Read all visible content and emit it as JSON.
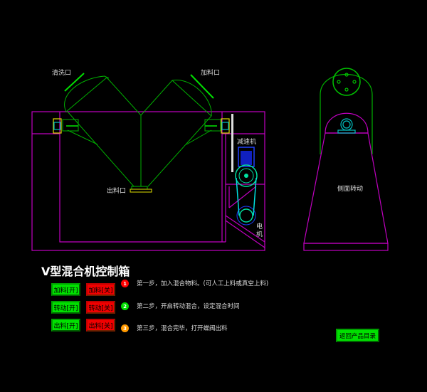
{
  "colors": {
    "frame": "#c000c0",
    "vessel": "#00c000",
    "on": "#00e000",
    "off": "#f00000"
  },
  "diagram": {
    "clean_port": "清洗口",
    "feed_port": "加料口",
    "discharge_port": "出料口",
    "reducer": "减速机",
    "motor_1": "电",
    "motor_2": "机",
    "side_rotation": "侧面转动"
  },
  "panel": {
    "title": "V型混合机控制箱",
    "rows": [
      {
        "on_label": "加料[开]",
        "off_label": "加料[关]",
        "num": "1",
        "num_color": "#ff0000",
        "step": "第一步，加入混合物料。(可人工上料或真空上料)"
      },
      {
        "on_label": "转动[开]",
        "off_label": "转动[关]",
        "num": "2",
        "num_color": "#00dd00",
        "step": "第二步，开启转动混合，设定混合时间"
      },
      {
        "on_label": "出料[开]",
        "off_label": "出料[关]",
        "num": "3",
        "num_color": "#ff9900",
        "step": "第三步，混合完毕，打开蝶阀出料"
      }
    ],
    "back_label": "返回产品目录"
  }
}
